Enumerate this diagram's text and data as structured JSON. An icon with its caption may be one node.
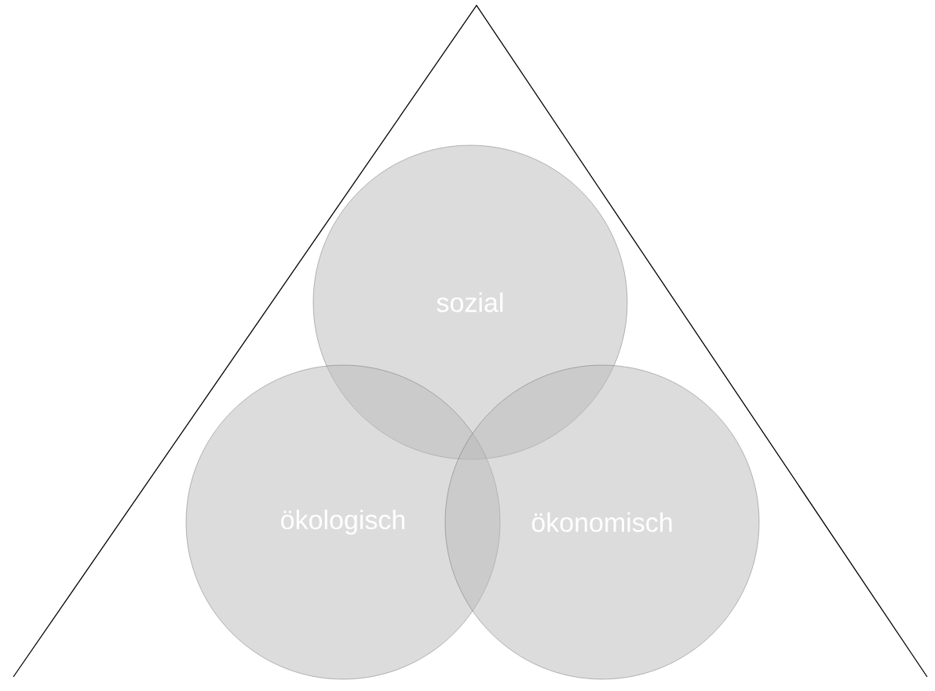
{
  "diagram": {
    "nodes": [
      {
        "text": [
          "sozial"
        ]
      },
      {
        "text": [
          "ökologisch"
        ]
      },
      {
        "text": [
          "ökonomisch"
        ]
      }
    ]
  }
}
